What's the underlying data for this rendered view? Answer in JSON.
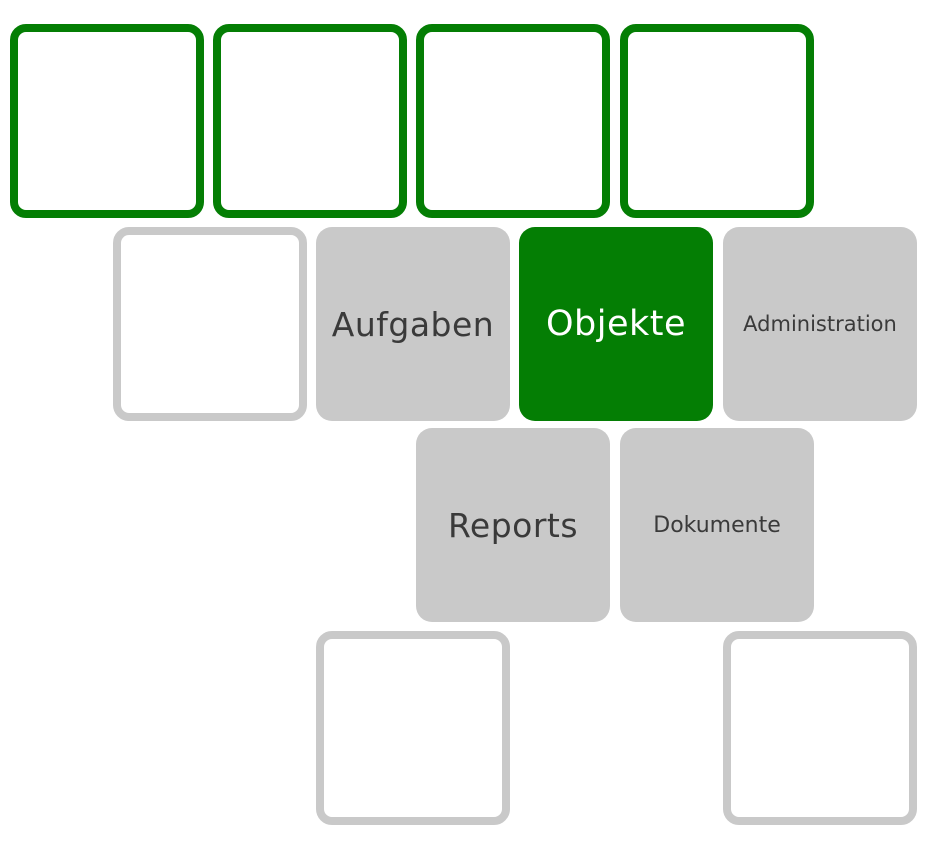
{
  "tiles": {
    "aufgaben": {
      "label": "Aufgaben"
    },
    "objekte": {
      "label": "Objekte"
    },
    "administration": {
      "label": "Administration"
    },
    "reports": {
      "label": "Reports"
    },
    "dokumente": {
      "label": "Dokumente"
    }
  },
  "colors": {
    "accent_green": "#047e04",
    "tile_gray": "#c9c9c9",
    "text_dark": "#3a3a3a",
    "background": "#ffffff"
  }
}
